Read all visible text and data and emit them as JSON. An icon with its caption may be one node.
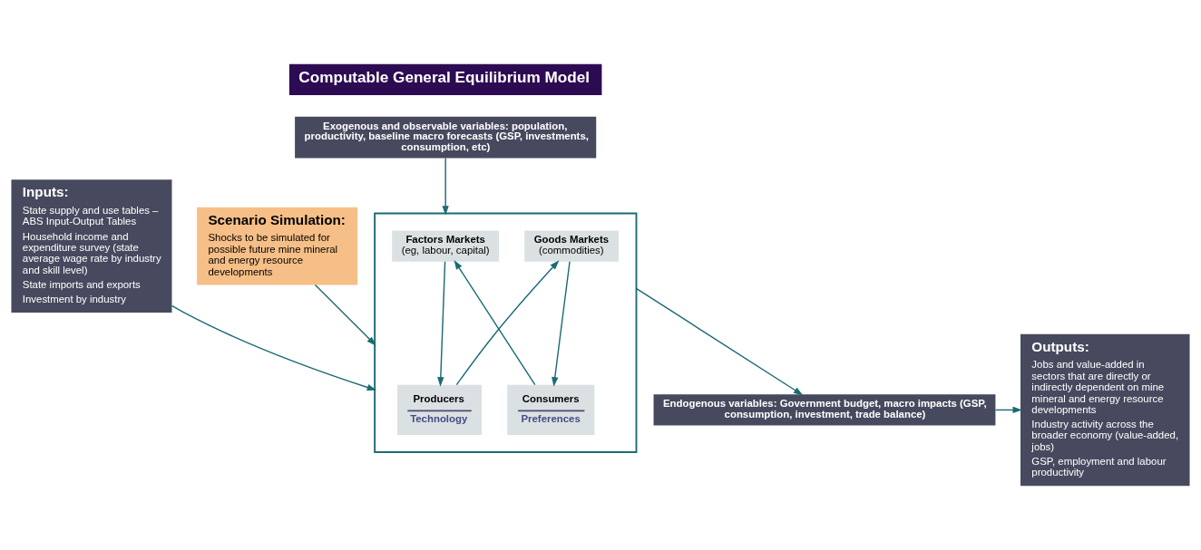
{
  "diagram": {
    "nodes": [
      {
        "text": [
          "Computable General Equilibrium Model"
        ]
      },
      {
        "text": [
          "Exogenous and observable variables: population, productivity, baseline macro forecasts (GSP, investments, consumption, etc)"
        ]
      },
      {
        "text": [],
        "shape": "box"
      },
      {
        "text": [
          "Factors Markets",
          "(eg, labour, capital)"
        ],
        "in": 2
      },
      {
        "text": [
          "Producers",
          "Technology"
        ],
        "in": 2
      },
      {
        "text": [
          "Consumers",
          "Preferences"
        ],
        "in": 2
      },
      {
        "text": [
          "Goods Markets",
          "(commodities)"
        ],
        "in": 2
      },
      {
        "text": [
          "Inputs:",
          "State supply and use tables – ABS Input-Output Tables",
          "Household income and expenditure survey (state average wage rate by industry and skill level)",
          "State imports and exports",
          "Investment by industry"
        ]
      },
      {
        "text": [
          "Scenario Simulation:",
          "Shocks to be simulated for possible future mine mineral and energy resource developments"
        ]
      },
      {
        "text": [
          "Endogenous variables: Government budget, macro impacts (GSP, consumption, investment, trade balance)"
        ]
      },
      {
        "text": [
          "Outputs:",
          "Jobs and value-added in sectors that are directly or indirectly dependent on mine mineral and energy resource developments",
          "Industry activity across the broader economy (value-added, jobs)",
          "GSP, employment and labour productivity"
        ]
      }
    ],
    "edges": [
      {
        "from": 1,
        "to": 2,
        "arrow": "to"
      },
      {
        "from": 7,
        "to": 2,
        "arrow": "to"
      },
      {
        "from": 8,
        "to": 2,
        "arrow": "to"
      },
      {
        "from": 3,
        "to": 4,
        "arrow": "to"
      },
      {
        "from": 4,
        "to": 6,
        "arrow": "to"
      },
      {
        "from": 6,
        "to": 5,
        "arrow": "to"
      },
      {
        "from": 5,
        "to": 3,
        "arrow": "to"
      },
      {
        "from": 2,
        "to": 9,
        "arrow": "to"
      },
      {
        "from": 9,
        "to": 10,
        "arrow": "to"
      }
    ]
  }
}
